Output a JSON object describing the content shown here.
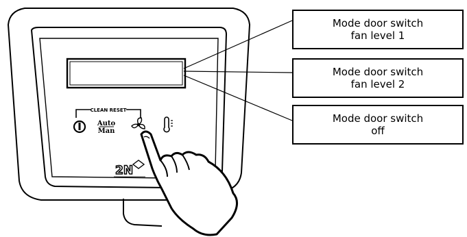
{
  "panel": {
    "clean_reset_label": "CLEAN RESET",
    "auto_label": "Auto",
    "man_label": "Man",
    "logo_text": "2N"
  },
  "callouts": [
    {
      "line1": "Mode door switch",
      "line2": "fan level 1"
    },
    {
      "line1": "Mode door switch",
      "line2": "fan level 2"
    },
    {
      "line1": "Mode door switch",
      "line2": "off"
    }
  ],
  "icons": {
    "power": "power-icon",
    "fan": "fan-icon",
    "thermometer": "thermometer-icon",
    "hand": "pointing-hand-icon"
  }
}
